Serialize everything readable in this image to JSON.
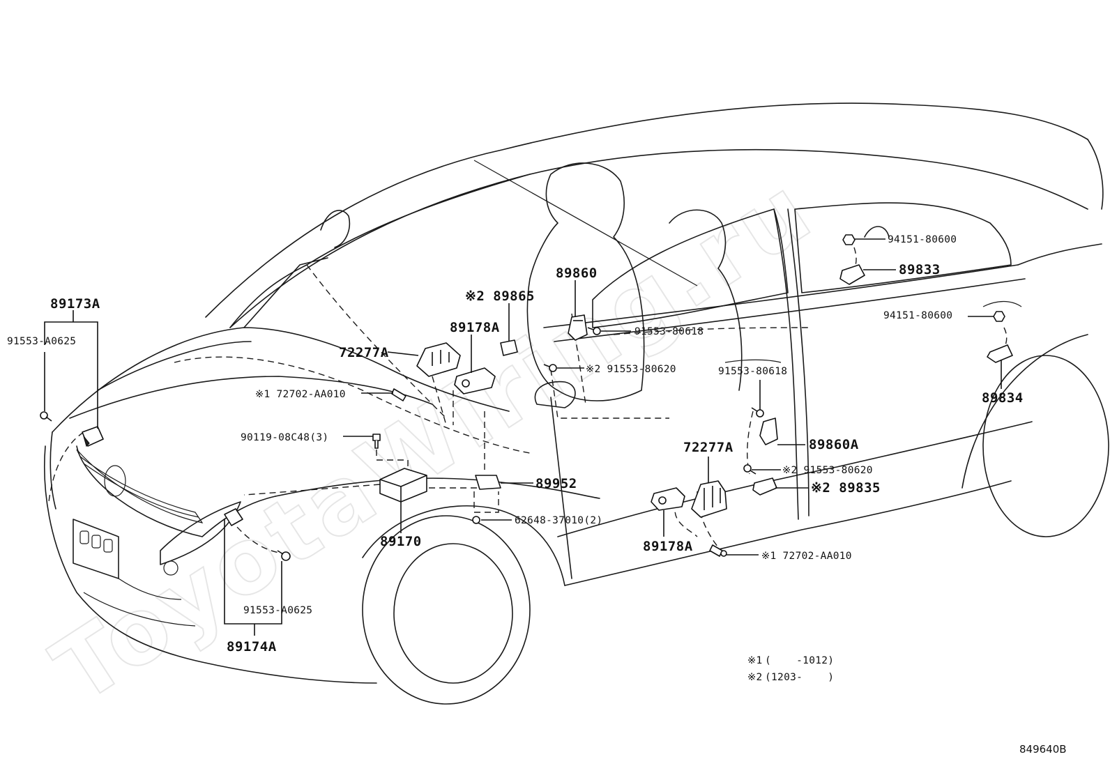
{
  "watermark": "ToyotaWiring.ru",
  "diagram_id": "849640B",
  "notes": [
    {
      "mark": "※1",
      "text": "(    -1012)"
    },
    {
      "mark": "※2",
      "text": "(1203-    )"
    }
  ],
  "labels": {
    "p89173A": "89173A",
    "p91553A0625_left": "91553-A0625",
    "p72277A_left": "72277A",
    "p89178A_left": "89178A",
    "p89865": "※2 89865",
    "p72702AA010_left": "※1 72702-AA010",
    "p90119": "90119-08C48(3)",
    "p89860": "89860",
    "p91553_80618_top": "91553-80618",
    "p91553_80620_top": "※2 91553-80620",
    "p89952": "89952",
    "p62648": "62648-37010(2)",
    "p89170": "89170",
    "p91553A0625_bottom": "91553-A0625",
    "p89174A": "89174A",
    "p94151_top": "94151-80600",
    "p89833": "89833",
    "p94151_mid": "94151-80600",
    "p89834": "89834",
    "p91553_80618_mid": "91553-80618",
    "p89860A": "89860A",
    "p72277A_right": "72277A",
    "p91553_80620_bottom": "※2 91553-80620",
    "p89835": "※2 89835",
    "p89178A_right": "89178A",
    "p72702AA010_right": "※1 72702-AA010"
  }
}
